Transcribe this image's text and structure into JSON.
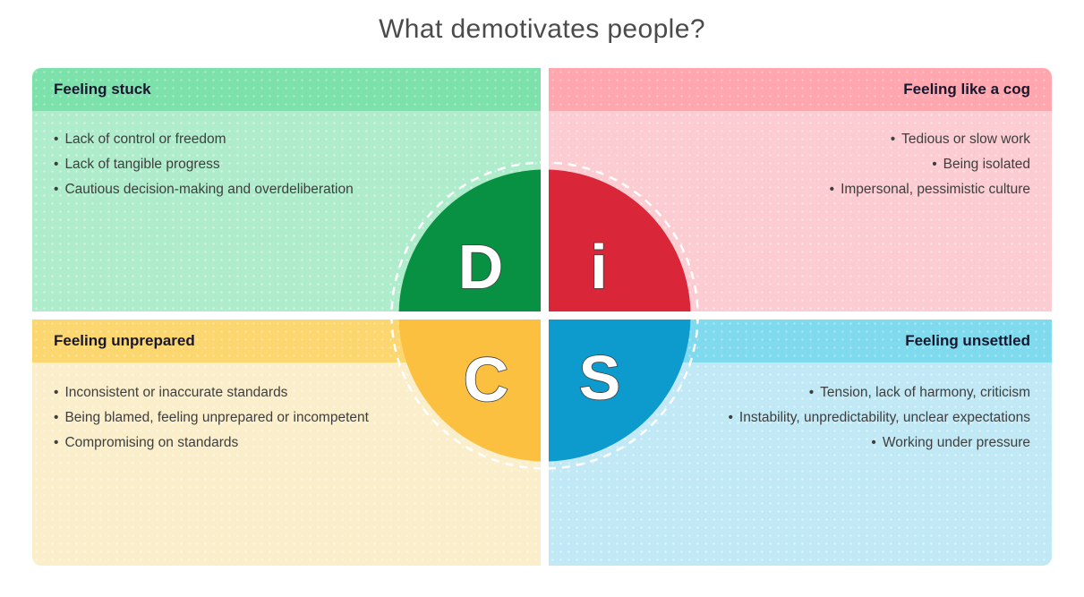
{
  "title": "What demotivates people?",
  "ui": {
    "bullet_char": "•"
  },
  "quadrants": [
    {
      "id": "dominance",
      "letter": "D",
      "title": "Feeling stuck",
      "align": "left",
      "colors": {
        "header": "#7de1ab",
        "body": "#aeeccc",
        "circle": "#089143"
      },
      "items": [
        "Lack of control or freedom",
        "Lack of tangible progress",
        "Cautious decision-making and overdeliberation"
      ]
    },
    {
      "id": "influence",
      "letter": "i",
      "title": "Feeling like a cog",
      "align": "right",
      "colors": {
        "header": "#ffa6ae",
        "body": "#fbccd2",
        "circle": "#d92638"
      },
      "items": [
        "Tedious or slow work",
        "Being isolated",
        "Impersonal, pessimistic culture"
      ]
    },
    {
      "id": "conscientiousness",
      "letter": "C",
      "title": "Feeling unprepared",
      "align": "left",
      "colors": {
        "header": "#fcd66e",
        "body": "#fbeecb",
        "circle": "#fcc040"
      },
      "items": [
        "Inconsistent or inaccurate standards",
        "Being blamed, feeling unprepared or incompetent",
        "Compromising on standards"
      ]
    },
    {
      "id": "steadiness",
      "letter": "S",
      "title": "Feeling unsettled",
      "align": "right",
      "colors": {
        "header": "#80daee",
        "body": "#c1e9f5",
        "circle": "#0d9bce"
      },
      "items": [
        "Tension, lack of harmony, criticism",
        "Instability, unpredictability, unclear expectations",
        "Working under pressure"
      ]
    }
  ]
}
